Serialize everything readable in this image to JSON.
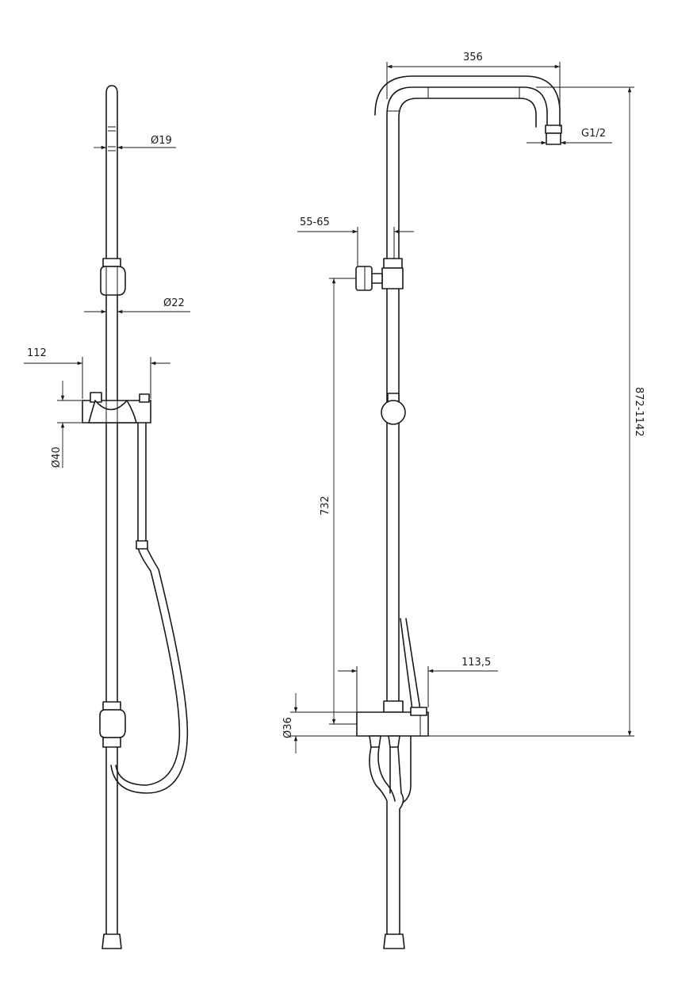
{
  "colors": {
    "line": "#1a1a1a",
    "background": "#ffffff"
  },
  "dimensions": {
    "head_diameter": "Ø19",
    "rail_diameter": "Ø22",
    "slider_width": "112",
    "slider_diameter": "Ø40",
    "arm_reach": "356",
    "connection_thread": "G1/2",
    "wall_clearance": "55-65",
    "bracket_height": "732",
    "total_height": "872-1142",
    "mixer_depth": "113,5",
    "mixer_diameter": "Ø36"
  }
}
